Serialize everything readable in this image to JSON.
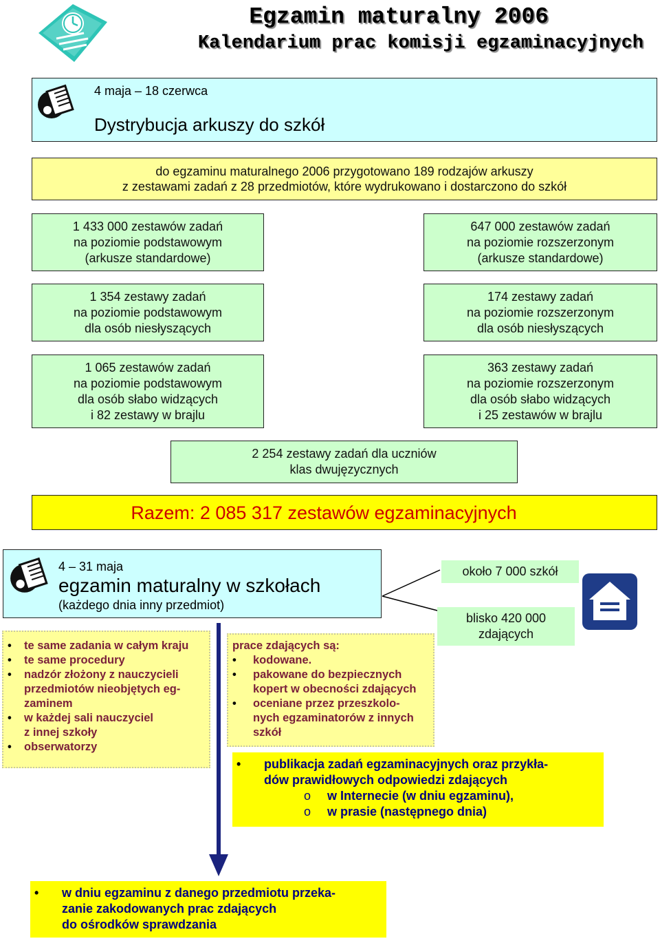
{
  "header": {
    "title": "Egzamin maturalny 2006",
    "subtitle": "Kalendarium prac komisji egzaminacyjnych"
  },
  "distribution": {
    "dates": "4 maja – 18 czerwca",
    "heading": "Dystrybucja arkuszy do szkół"
  },
  "summary_note": {
    "line1": "do egzaminu maturalnego 2006 przygotowano 189 rodzajów arkuszy",
    "line2": "z zestawami zadań z 28 przedmiotów, które wydrukowano i dostarczono do szkół"
  },
  "stats_basic": [
    {
      "lines": [
        "1 433 000 zestawów zadań",
        "na poziomie podstawowym",
        "(arkusze standardowe)"
      ]
    },
    {
      "lines": [
        "1 354 zestawy zadań",
        "na poziomie podstawowym",
        "dla osób niesłyszących"
      ]
    },
    {
      "lines": [
        "1 065 zestawów zadań",
        "na poziomie podstawowym",
        "dla osób słabo widzących",
        "i 82 zestawy w brajlu"
      ]
    }
  ],
  "stats_extended": [
    {
      "lines": [
        "647 000 zestawów zadań",
        "na poziomie rozszerzonym",
        "(arkusze standardowe)"
      ]
    },
    {
      "lines": [
        "174 zestawy zadań",
        "na poziomie rozszerzonym",
        "dla osób niesłyszących"
      ]
    },
    {
      "lines": [
        "363 zestawy zadań",
        "na poziomie rozszerzonym",
        "dla osób słabo widzących",
        "i 25 zestawów w brajlu"
      ]
    }
  ],
  "bilingual": {
    "lines": [
      "2 254 zestawy zadań dla uczniów",
      "klas dwujęzycznych"
    ]
  },
  "total": "Razem: 2 085 317 zestawów egzaminacyjnych",
  "exam": {
    "dates": "4 – 31 maja",
    "heading": "egzamin maturalny w szkołach",
    "note": "(każdego dnia inny przedmiot)"
  },
  "schools": "około 7 000 szkół",
  "students": {
    "lines": [
      "blisko 420 000",
      "zdających"
    ]
  },
  "rules": [
    {
      "lines": [
        "te same zadania w całym kraju"
      ]
    },
    {
      "lines": [
        "te same procedury"
      ]
    },
    {
      "lines": [
        "nadzór złożony z nauczycieli",
        "przedmiotów nieobjętych eg-",
        "zaminem"
      ]
    },
    {
      "lines": [
        "w każdej sali nauczyciel",
        "z innej  szkoły"
      ]
    },
    {
      "lines": [
        "obserwatorzy"
      ]
    }
  ],
  "works": {
    "intro": "prace zdających są:",
    "items": [
      {
        "lines": [
          "kodowane."
        ]
      },
      {
        "lines": [
          "pakowane do bezpiecznych",
          "kopert w obecności zdających"
        ]
      },
      {
        "lines": [
          "oceniane przez przeszkolo-",
          "nych egzaminatorów z innych",
          "szkół"
        ]
      }
    ]
  },
  "publication": {
    "lines": [
      "publikacja zadań egzaminacyjnych oraz przykła-",
      "dów prawidłowych odpowiedzi zdających"
    ],
    "sub": [
      "w Internecie (w dniu egzaminu),",
      "w prasie (następnego dnia)"
    ]
  },
  "handover": {
    "lines": [
      "w dniu egzaminu z danego przedmiotu przeka-",
      "zanie zakodowanych prac zdających",
      "do ośrodków sprawdzania"
    ]
  },
  "colors": {
    "green": "#ccffcc",
    "cyan": "#ccffff",
    "light_yellow": "#ffff99",
    "bright_yellow": "#ffff00",
    "total_text": "#cc0000",
    "maroon_text": "#7a1f3a",
    "navy_text": "#000080",
    "arrow": "#1a237e",
    "logo_teal": "#2ec4b6"
  },
  "icons": [
    "calendar-logo-icon",
    "documents-icon",
    "house-icon",
    "down-arrow-icon"
  ]
}
